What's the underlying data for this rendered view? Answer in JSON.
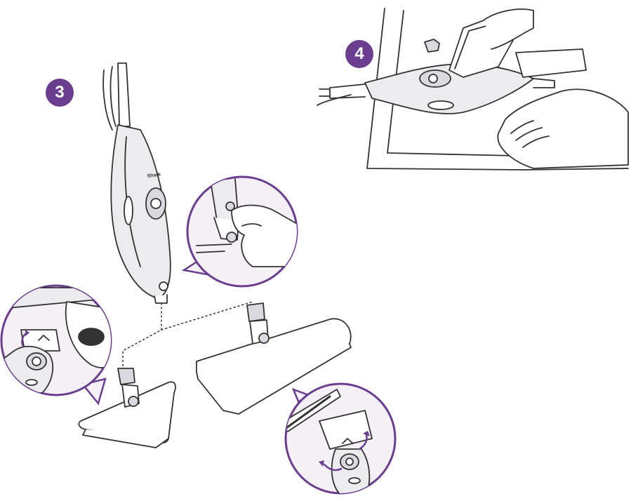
{
  "steps": [
    {
      "number": "3"
    },
    {
      "number": "4"
    }
  ],
  "product": {
    "brand_label": "Shark"
  },
  "colors": {
    "accent": "#6b3d8f",
    "callout_fill": "#f4f0f6",
    "line": "#333333",
    "product_fill": "#ecebee"
  },
  "icons": [
    "steam-mop-icon",
    "triangle-mop-head-icon",
    "rectangle-mop-head-icon",
    "hand-icon",
    "water-bottle-icon",
    "rotate-arrow-icon"
  ]
}
